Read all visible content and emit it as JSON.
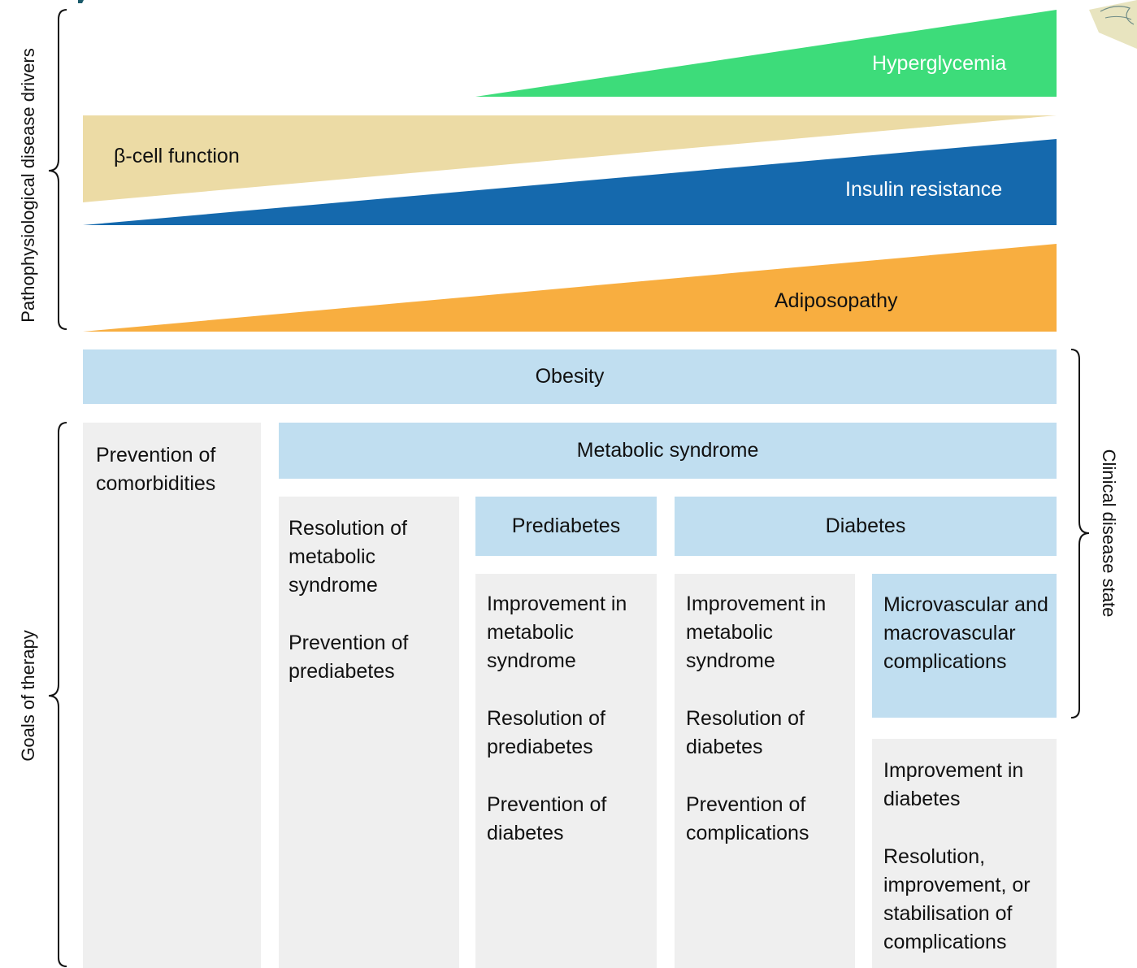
{
  "labels": {
    "pathophysiological": "Pathophysiological disease drivers",
    "goals": "Goals of therapy",
    "clinical": "Clinical disease state"
  },
  "drivers": {
    "hyperglycemia": "Hyperglycemia",
    "beta_cell": "β-cell function",
    "insulin_resistance": "Insulin resistance",
    "adiposopathy": "Adiposopathy"
  },
  "states": {
    "obesity": "Obesity",
    "metabolic_syndrome": "Metabolic syndrome",
    "prediabetes": "Prediabetes",
    "diabetes": "Diabetes",
    "complications": "Microvascular and macrovascular complications"
  },
  "goals": {
    "obesity": [
      "Prevention of comorbidities"
    ],
    "metabolic_syndrome": [
      "Resolution of metabolic syndrome",
      "Prevention of prediabetes"
    ],
    "prediabetes": [
      "Improvement in metabolic syndrome",
      "Resolution of prediabetes",
      "Prevention of diabetes"
    ],
    "diabetes": [
      "Improvement in metabolic syndrome",
      "Resolution of diabetes",
      "Prevention of complications"
    ],
    "complications": [
      "Improvement in diabetes",
      "Resolution, improvement, or stabilisation of complications"
    ]
  },
  "colors": {
    "hyperglycemia": "#3ddc7a",
    "beta_cell": "#ecdba5",
    "insulin_resistance": "#1569ad",
    "adiposopathy": "#f8ae40",
    "state_box": "#c0def0",
    "goal_box": "#efefef"
  }
}
